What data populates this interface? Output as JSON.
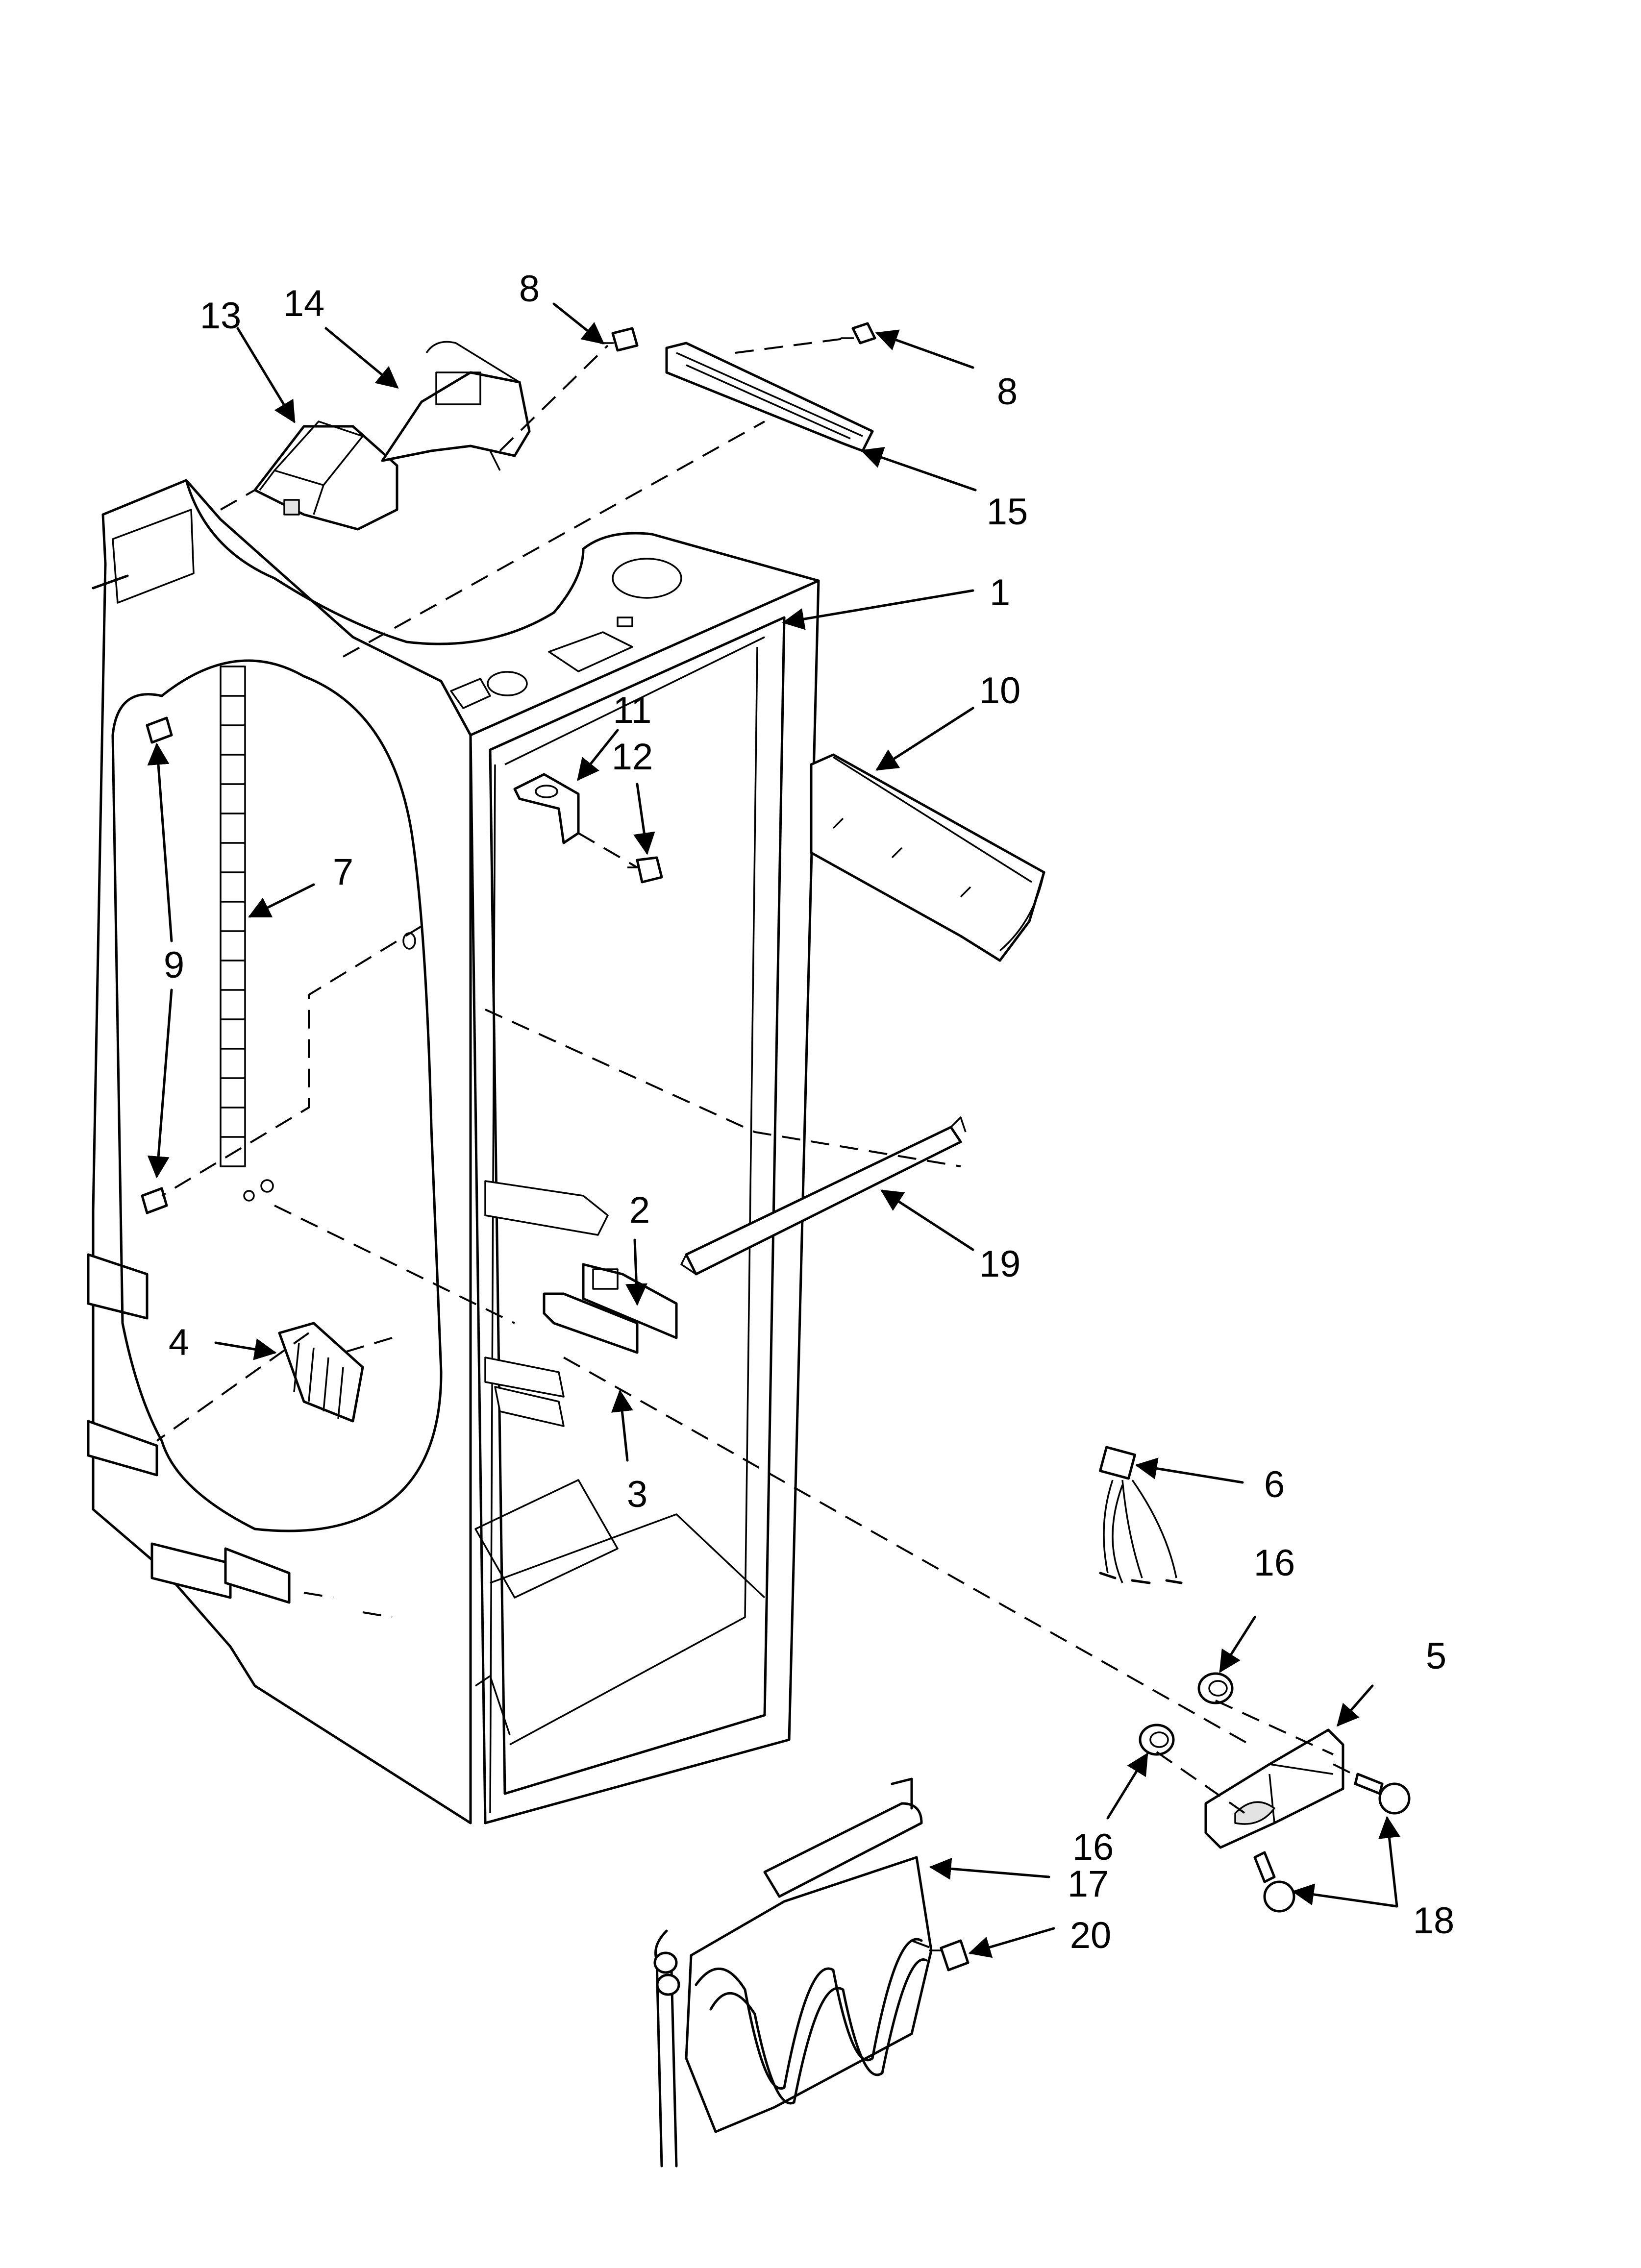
{
  "diagram": {
    "callouts": {
      "c1": "1",
      "c2": "2",
      "c3": "3",
      "c4": "4",
      "c5": "5",
      "c6": "6",
      "c7": "7",
      "c8a": "8",
      "c8b": "8",
      "c9": "9",
      "c10": "10",
      "c11": "11",
      "c12": "12",
      "c13": "13",
      "c14": "14",
      "c15": "15",
      "c16a": "16",
      "c16b": "16",
      "c17": "17",
      "c18": "18",
      "c19": "19",
      "c20": "20"
    }
  }
}
